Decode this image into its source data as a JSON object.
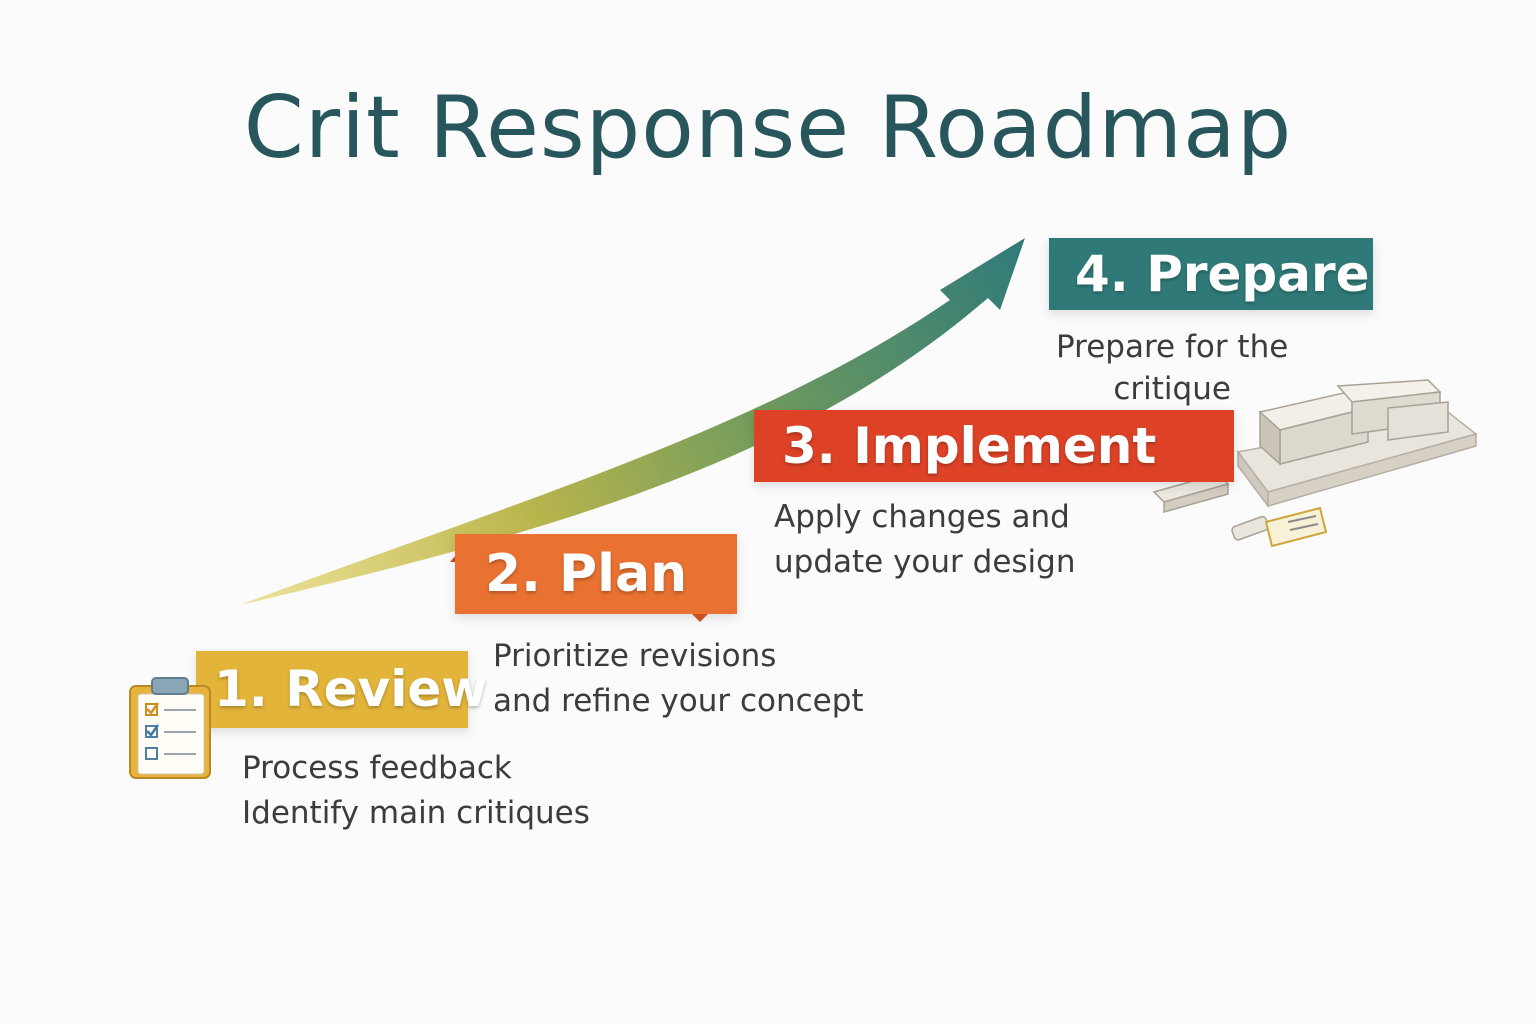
{
  "title": "Crit Response Roadmap",
  "colors": {
    "title": "#27575c",
    "review": "#e3b43a",
    "plan": "#e97131",
    "implement": "#dd4226",
    "prepare": "#2f7a79",
    "arrow_start": "#e2cf5a",
    "arrow_end": "#2f7a79"
  },
  "icons": {
    "review": "clipboard-checklist-icon",
    "implement": "architectural-model-icon"
  },
  "steps": [
    {
      "label": "1. Review",
      "description": [
        "Process feedback",
        "Identify main critiques"
      ]
    },
    {
      "label": "2. Plan",
      "description": [
        "Prioritize revisions",
        "and refine your concept"
      ]
    },
    {
      "label": "3. Implement",
      "description": [
        "Apply changes and",
        "update your design"
      ]
    },
    {
      "label": "4. Prepare",
      "description": [
        "Prepare for the",
        "critique"
      ]
    }
  ]
}
